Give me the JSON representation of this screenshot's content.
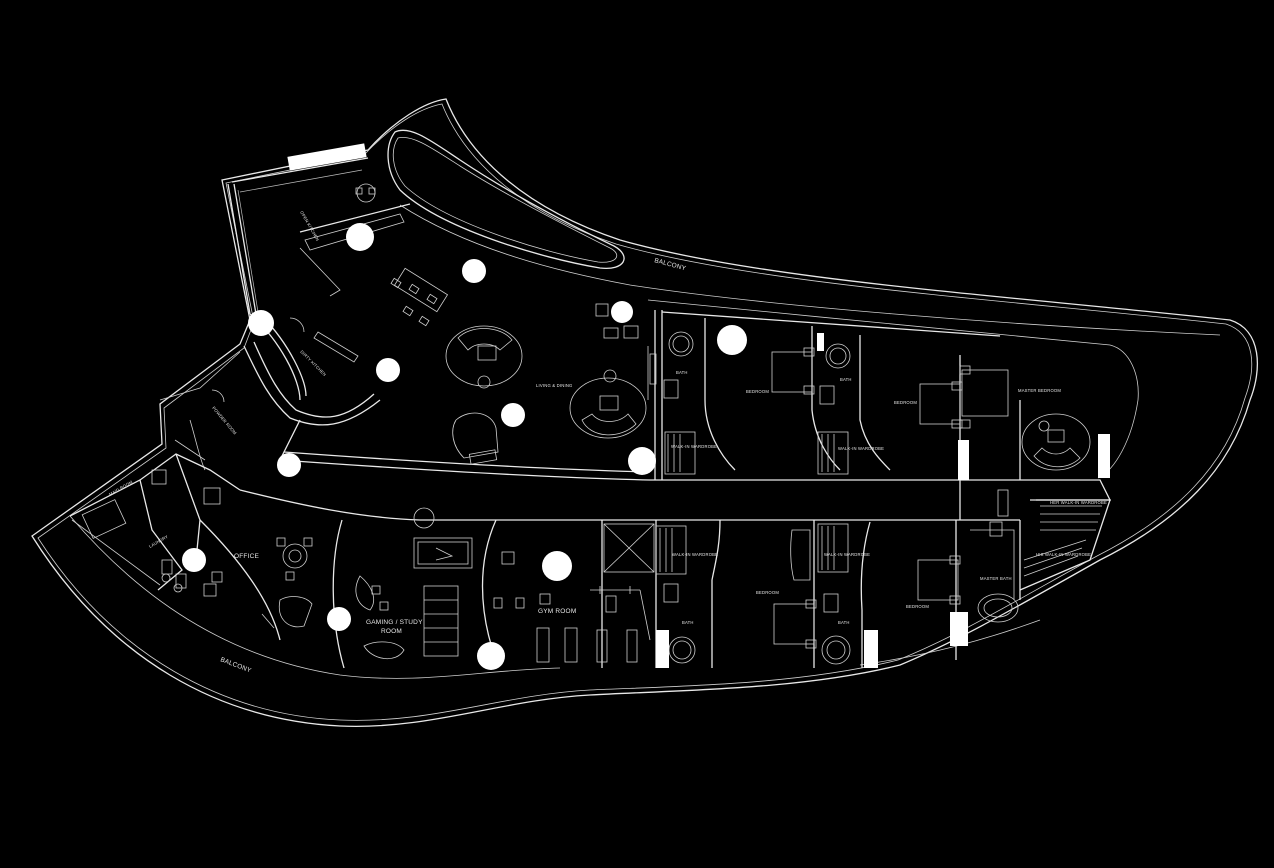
{
  "colors": {
    "background": "#000000",
    "linework": "#e8e8e8",
    "marker": "#ffffff"
  },
  "labels": {
    "balcony_top": "BALCONY",
    "balcony_bottom": "BALCONY",
    "open_kitchen": "OPEN KITCHEN",
    "dirty_kitchen": "DIRTY KITCHEN",
    "powder_room": "POWDER ROOM",
    "living_dining": "LIVING & DINING",
    "bath_1": "BATH",
    "bath_2": "BATH",
    "bath_3": "BATH",
    "bath_4": "BATH",
    "bedroom_1": "BEDROOM",
    "bedroom_2": "BEDROOM",
    "bedroom_3": "BEDROOM",
    "bedroom_4": "BEDROOM",
    "walkin_1": "WALK-IN WARDROBE",
    "walkin_2": "WALK-IN WARDROBE",
    "walkin_3": "WALK-IN WARDROBE",
    "walkin_4": "WALK-IN WARDROBE",
    "master_bedroom": "MASTER BEDROOM",
    "master_bath": "MASTER BATH",
    "hers_walkin": "HER WALK-IN WARDROBE",
    "his_walkin": "HIS WALK-IN WARDROBE",
    "maid_room": "MAID ROOM",
    "laundry": "LAUNDRY",
    "office": "OFFICE",
    "gaming_line1": "GAMING / STUDY",
    "gaming_line2": "ROOM",
    "gym": "GYM ROOM"
  }
}
